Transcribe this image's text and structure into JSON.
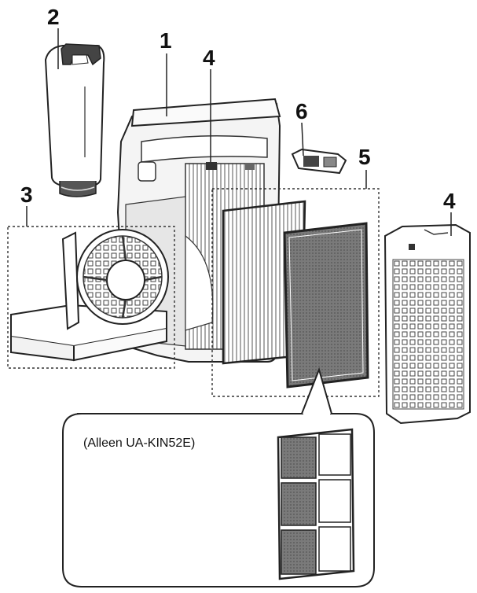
{
  "callouts": {
    "c1": "1",
    "c2": "2",
    "c3": "3",
    "c4a": "4",
    "c4b": "4",
    "c5": "5",
    "c6": "6"
  },
  "inset": {
    "caption": "(Alleen UA-KIN52E)"
  }
}
